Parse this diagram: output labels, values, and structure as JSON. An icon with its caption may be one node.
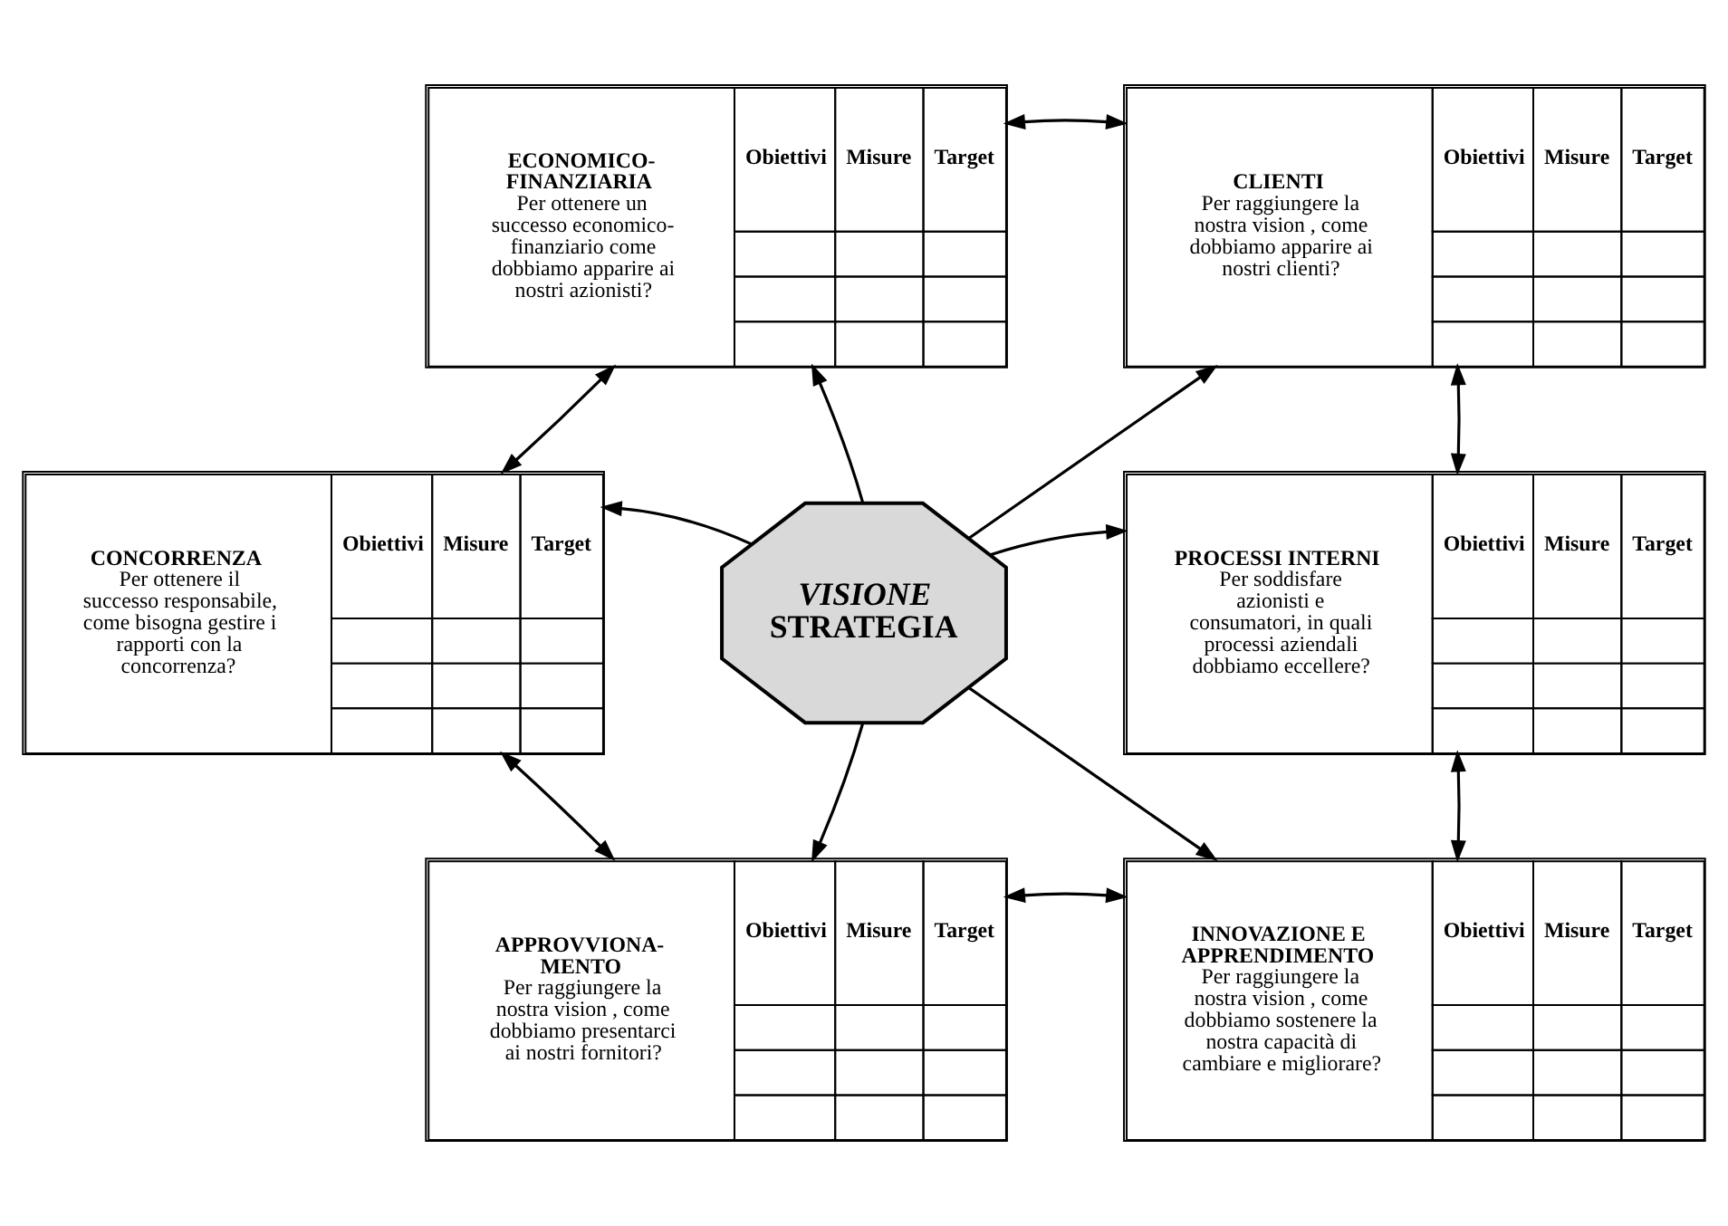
{
  "diagram": {
    "nodes": [
      {
        "text": [
          "ECONOMICO- FINANZIARIA",
          "Per ottenere un successo economico- finanziario come dobbiamo apparire ai nostri azionisti?",
          "Obiettivi",
          "Misure",
          "Target"
        ]
      },
      {
        "text": [
          "CLIENTI",
          "Per raggiungere la nostra vision , come dobbiamo apparire ai nostri clienti?",
          "Obiettivi",
          "Misure",
          "Target"
        ]
      },
      {
        "text": [
          "CONCORRENZA",
          "Per ottenere il successo responsabile, come bisogna gestire i rapporti con la concorrenza?",
          "Obiettivi",
          "Misure",
          "Target"
        ]
      },
      {
        "text": [
          "VISIONE",
          "STRATEGIA"
        ]
      },
      {
        "text": [
          "PROCESSI INTERNI",
          "Per soddisfare azionisti e consumatori, in quali processi aziendali dobbiamo eccellere?",
          "Obiettivi",
          "Misure",
          "Target"
        ]
      },
      {
        "text": [
          "APPROVVIONA- MENTO",
          "Per raggiungere la nostra vision , come dobbiamo presentarci ai nostri fornitori?",
          "Obiettivi",
          "Misure",
          "Target"
        ]
      },
      {
        "text": [
          "INNOVAZIONE E APPRENDIMENTO",
          "Per raggiungere la nostra vision , come dobbiamo sostenere la nostra capacità di cambiare e migliorare?",
          "Obiettivi",
          "Misure",
          "Target"
        ]
      }
    ],
    "edges": [
      {
        "from": 0,
        "to": 1,
        "arrow": "both"
      },
      {
        "from": 0,
        "to": 2,
        "arrow": "both"
      },
      {
        "from": 1,
        "to": 4,
        "arrow": "both"
      },
      {
        "from": 3,
        "to": 0,
        "arrow": "to"
      },
      {
        "from": 3,
        "to": 1,
        "arrow": "to"
      },
      {
        "from": 3,
        "to": 2,
        "arrow": "to"
      },
      {
        "from": 3,
        "to": 4,
        "arrow": "to"
      },
      {
        "from": 3,
        "to": 5,
        "arrow": "to"
      },
      {
        "from": 3,
        "to": 6,
        "arrow": "to"
      },
      {
        "from": 2,
        "to": 5,
        "arrow": "both"
      },
      {
        "from": 4,
        "to": 6,
        "arrow": "both"
      },
      {
        "from": 5,
        "to": 6,
        "arrow": "both"
      }
    ]
  }
}
